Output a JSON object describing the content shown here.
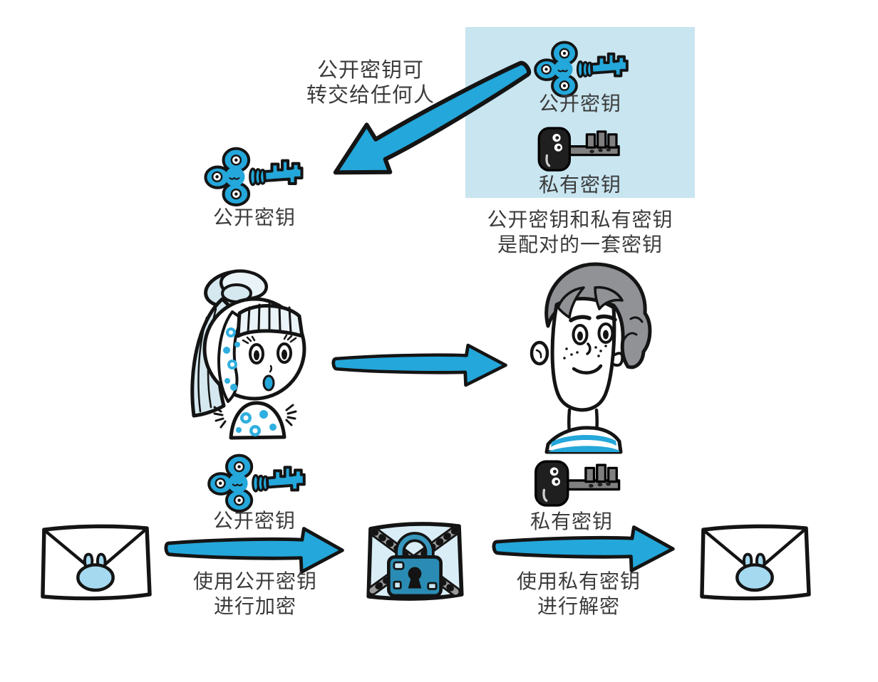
{
  "colors": {
    "accent_blue": "#24A7DA",
    "pair_box_bg": "#C8E5F0",
    "locked_envelope_fill": "#D9EDF6",
    "bunny_seal_blue": "#A5D9F0",
    "girl_hair_light_blue": "#D5E8EF",
    "boy_hair_gray": "#909296",
    "padlock_blue": "#2A8CB4",
    "private_key_dark": "#1F1F1F",
    "key_shaft_gray": "#808080",
    "outline_ink": "#141414",
    "text_color": "#3B3B3B",
    "canvas_bg": "#FFFFFF"
  },
  "share_note": {
    "line1": "公开密钥可",
    "line2": "转交给任何人"
  },
  "received_key": {
    "label": "公开密钥"
  },
  "key_pair_box": {
    "public_key_label": "公开密钥",
    "private_key_label": "私有密钥",
    "caption_line1": "公开密钥和私有密钥",
    "caption_line2": "是配对的一套密钥"
  },
  "girl_key": {
    "label": "公开密钥"
  },
  "boy_key": {
    "label": "私有密钥"
  },
  "encrypt_step": {
    "line1": "使用公开密钥",
    "line2": "进行加密"
  },
  "decrypt_step": {
    "line1": "使用私有密钥",
    "line2": "进行解密"
  },
  "icons": {
    "public-key-icon": "blue clover-head cartoon key",
    "private-key-icon": "dark round-head cartoon key with gray shaft",
    "transfer-arrow-icon": "blue arrow pointing down-left",
    "send-arrow-icon": "blue arrow pointing right",
    "encrypt-arrow-icon": "blue arrow pointing right",
    "decrypt-arrow-icon": "blue arrow pointing right",
    "girl-avatar": "cartoon girl with light blue striped hair and polka dots",
    "boy-avatar": "cartoon boy with gray curly hair and blue striped shirt",
    "envelope-icon": "white envelope with blue bunny seal",
    "locked-envelope-icon": "chained envelope with blue padlock"
  }
}
